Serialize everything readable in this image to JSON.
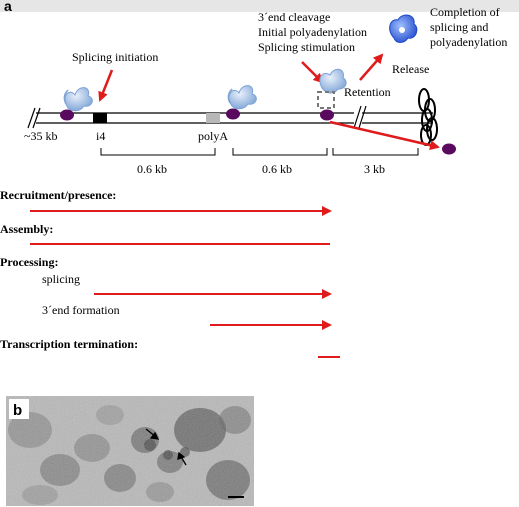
{
  "panel_a": {
    "label": "a",
    "annotations": {
      "splicing_initiation": "Splicing initiation",
      "cleavage_line1": "3´end cleavage",
      "cleavage_line2": "Initial polyadenylation",
      "cleavage_line3": "Splicing stimulation",
      "release": "Release",
      "retention": "Retention",
      "completion_line1": "Completion of",
      "completion_line2": "splicing and",
      "completion_line3": "polyadenylation"
    },
    "gene_labels": {
      "upstream": "~35 kb",
      "intron": "i4",
      "polya": "polyA"
    },
    "distances": [
      "0.6 kb",
      "0.6 kb",
      "3 kb"
    ],
    "processes": {
      "recruitment": "Recruitment/presence:",
      "assembly": "Assembly:",
      "processing": "Processing:",
      "splicing": "splicing",
      "end_formation": "3´end formation",
      "termination": "Transcription termination:"
    },
    "colors": {
      "arrow_red": "#e01b1b",
      "polymerase_purple": "#5a0a5e",
      "snrnp_blue": "#a7c4e8",
      "released_blue": "#2f5fd8",
      "exon_black": "#000000",
      "polya_gray": "#b8b8b8"
    }
  },
  "panel_b": {
    "label": "b",
    "image_description_icon": "electron-micrograph-image"
  }
}
